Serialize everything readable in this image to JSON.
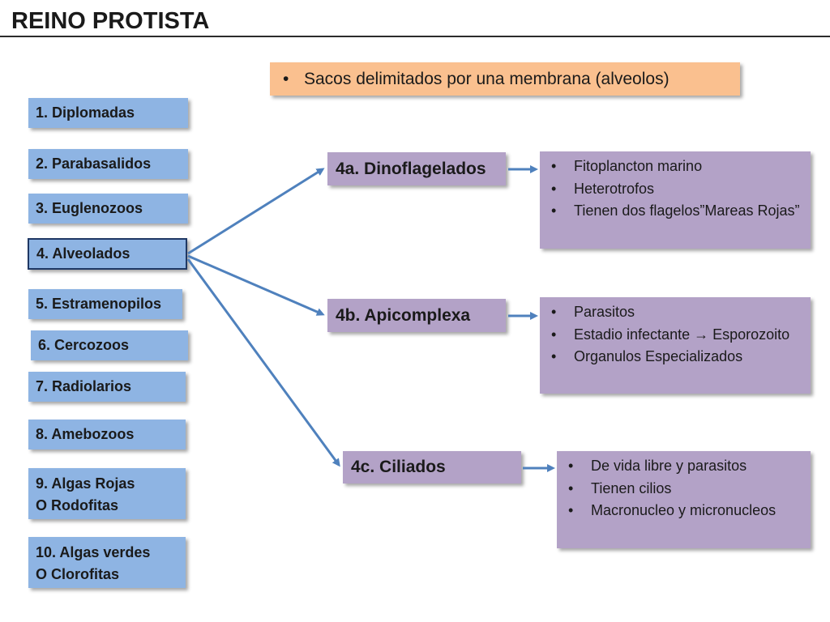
{
  "title": "REINO PROTISTA",
  "header": {
    "text": "Sacos delimitados por una membrana (alveolos)"
  },
  "categories": [
    {
      "line1": "1. Diplomadas",
      "line2": ""
    },
    {
      "line1": "2. Parabasalidos",
      "line2": ""
    },
    {
      "line1": "3. Euglenozoos",
      "line2": ""
    },
    {
      "line1": "4. Alveolados",
      "line2": ""
    },
    {
      "line1": "5. Estramenopilos",
      "line2": ""
    },
    {
      "line1": "6. Cercozoos",
      "line2": ""
    },
    {
      "line1": "7. Radiolarios",
      "line2": ""
    },
    {
      "line1": "8. Amebozoos",
      "line2": ""
    },
    {
      "line1": "9. Algas Rojas",
      "line2": "O Rodofitas"
    },
    {
      "line1": "10. Algas verdes",
      "line2": "O Clorofitas"
    }
  ],
  "subgroups": [
    {
      "label": "4a. Dinoflagelados",
      "items": [
        "Fitoplancton marino",
        "Heterotrofos",
        "Tienen dos flagelos”Mareas Rojas”"
      ]
    },
    {
      "label": "4b. Apicomplexa",
      "items": [
        "Parasitos",
        "Estadio infectante → Esporozoito",
        "Organulos Especializados"
      ]
    },
    {
      "label": "4c. Ciliados",
      "items": [
        "De vida libre y parasitos",
        "Tienen cilios",
        "Macronucleo y micronucleos"
      ]
    }
  ],
  "colors": {
    "category_fill": "#8eb4e3",
    "header_fill": "#fac08f",
    "subgroup_fill": "#b3a2c7",
    "arrow": "#4f81bd"
  }
}
